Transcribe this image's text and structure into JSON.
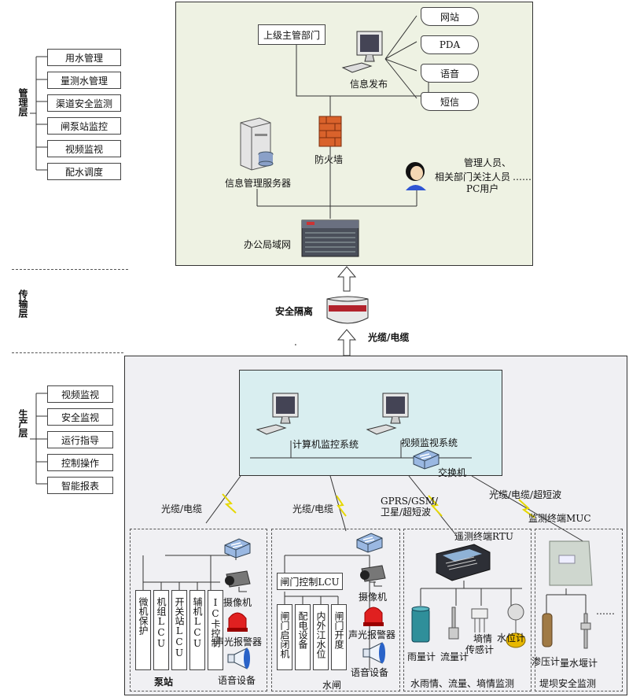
{
  "layers": {
    "management": "管理层",
    "transmission": "传输层",
    "production": "生产层"
  },
  "management_items": [
    "用水管理",
    "量测水管理",
    "渠道安全监测",
    "闸泵站监控",
    "视频监视",
    "配水调度"
  ],
  "production_items": [
    "视频监视",
    "安全监视",
    "运行指导",
    "控制操作",
    "智能报表"
  ],
  "mgmt_panel": {
    "superior_dept": "上级主管部门",
    "info_publish": "信息发布",
    "outputs": [
      "网站",
      "PDA",
      "语音",
      "短信"
    ],
    "firewall": "防火墙",
    "info_server": "信息管理服务器",
    "users": [
      "管理人员、",
      "相关部门关注人员",
      "PC用户"
    ],
    "users_dots": "……",
    "office_lan": "办公局域网"
  },
  "transmission": {
    "security_isolation": "安全隔离",
    "fiber_cable": "光缆/电缆",
    "dot": "."
  },
  "production_panel": {
    "computer_monitor": "计算机监控系统",
    "video_monitor": "视频监视系统",
    "switch": "交换机",
    "links": {
      "pump": "光缆/电缆",
      "gate": "光缆/电缆",
      "wireless": [
        "GPRS/GSM/",
        "卫星/超短波"
      ],
      "muc": "光缆/电缆/超短波"
    },
    "rtu": "遥测终端RTU",
    "muc_label": "监测终端MUC"
  },
  "pump_station": {
    "units": [
      "微机保护",
      "机组LCU",
      "开关站LCU",
      "辅机LCU",
      "IC卡控制"
    ],
    "camera": "摄像机",
    "alarm": "声光报警器",
    "voice": "语音设备",
    "title": "泵站"
  },
  "sluice": {
    "lcu": "闸门控制LCU",
    "units": [
      "闸门启闭机",
      "配电设备",
      "内外江水位",
      "闸门开度"
    ],
    "camera": "摄像机",
    "alarm": "声光报警器",
    "voice": "语音设备",
    "title": "水闸"
  },
  "hydro": {
    "rain_gauge": "雨量计",
    "flow_meter": "流量计",
    "moisture": [
      "墒情",
      "传感计"
    ],
    "water_level": "水位计",
    "title": "水雨情、流量、墒情监测"
  },
  "dam": {
    "piezometer": "渗压计",
    "deformation": "量水堰计",
    "dots": "……",
    "title": "堤坝安全监测"
  },
  "colors": {
    "mgmt_bg": "#eef2e3",
    "prod_bg": "#f0f0f3",
    "inner_bg": "#d9eef0"
  }
}
